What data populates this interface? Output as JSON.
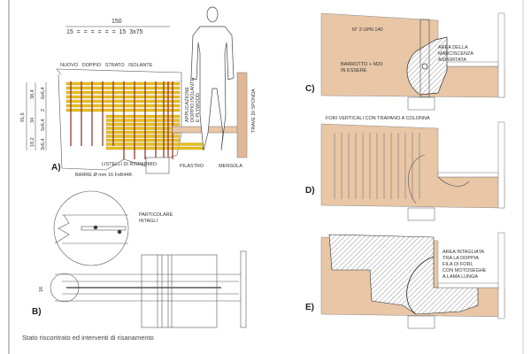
{
  "caption": "Stato riscontrato ed interventi di risanamento",
  "colors": {
    "wood": "#e8c6a6",
    "bar": "#8b2a1a",
    "insulation": "#e8c020",
    "line": "#555555"
  },
  "panel_a": {
    "label": "A)",
    "dim_total": "150",
    "dim_row": "15  =  =  =  =  =  =  15  3x75",
    "dim_vertical": [
      "91,6",
      "38,4",
      "34",
      "19,2",
      "6x6,4",
      "2",
      "5x6,4",
      "3x6,4"
    ],
    "title": "NUOVO   DOPPIO   STRATO   ISOLANTE",
    "applicazione": [
      "APPLICAZIONE",
      "DOPPIO ISOLANTE",
      "E PLYWOOD"
    ],
    "trave": "TRAVE DI SPONDA",
    "listelli": "LISTELLI DI RISPARMIO",
    "pilastro": "PILASTRO",
    "mensola": "MENSOLA",
    "barre": "BARRE Ø mm 16 FeB44K"
  },
  "panel_b": {
    "label": "B)",
    "particolare": [
      "PARTICOLARE",
      "INTAGLI"
    ],
    "dim": "16"
  },
  "panel_c": {
    "label": "C)",
    "upn": "N° 2 UPN 140",
    "area": [
      "AREA DELLA",
      "MARCISCENZA",
      "ASPORTATA"
    ],
    "barrotto": [
      "BARROTTO + M20",
      "IN ESSERE"
    ]
  },
  "panel_d": {
    "label": "D)",
    "fori": "FORI VERTICALI CON TRAPANO A COLONNA"
  },
  "panel_e": {
    "label": "E)",
    "area": [
      "AREA INTAGLIATA",
      "TRA LA DOPPIA",
      "FILA DI FORI,",
      "CON MOTOSEGHE",
      "A LAMA LUNGA"
    ]
  }
}
